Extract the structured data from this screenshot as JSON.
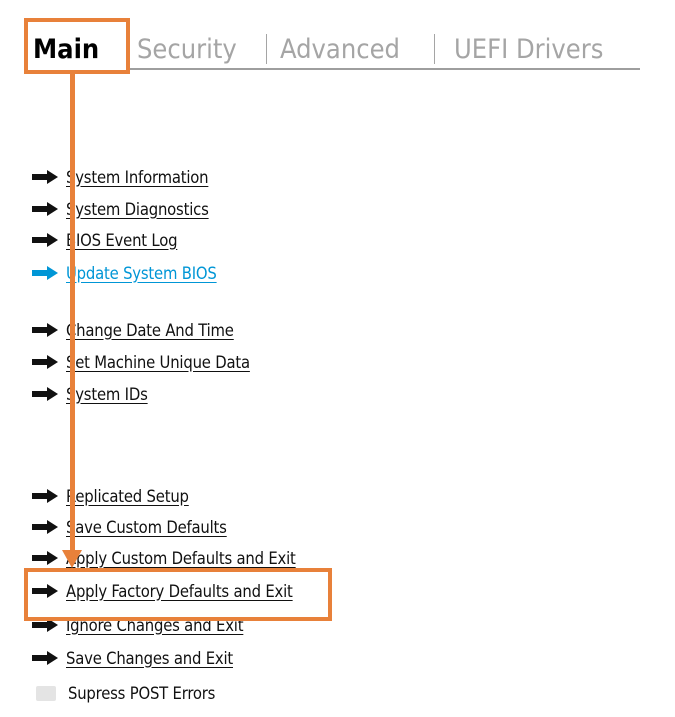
{
  "tabs": [
    {
      "label": "Main",
      "active": true
    },
    {
      "label": "Security",
      "active": false
    },
    {
      "label": "Advanced",
      "active": false
    },
    {
      "label": "UEFI Drivers",
      "active": false
    }
  ],
  "menu": {
    "group1": [
      "System Information",
      "System Diagnostics",
      "BIOS Event Log",
      "Update System BIOS"
    ],
    "group2": [
      "Change Date And Time",
      "Set Machine Unique Data",
      "System IDs"
    ],
    "group3": [
      "Replicated Setup",
      "Save Custom Defaults",
      "Apply Custom Defaults and Exit",
      "Apply Factory Defaults and Exit",
      "Ignore Changes and Exit",
      "Save Changes and Exit"
    ]
  },
  "checkbox": {
    "label": "Supress POST Errors",
    "checked": false
  },
  "colors": {
    "highlight": "#e8813a",
    "link": "#0096d6",
    "inactive_tab": "#a5a5a5",
    "text": "#111111"
  }
}
